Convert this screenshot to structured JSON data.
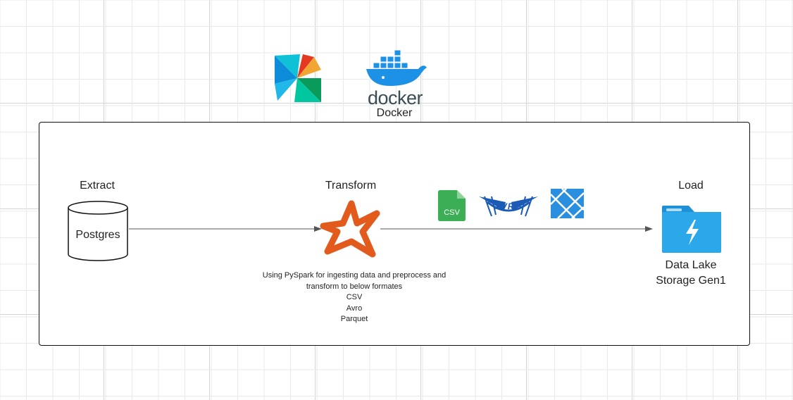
{
  "top": {
    "docker_wordmark": "docker",
    "docker_label": "Docker"
  },
  "extract": {
    "heading": "Extract",
    "db_label": "Postgres"
  },
  "transform": {
    "heading": "Transform",
    "note_lines": [
      "Using PySpark for ingesting data and preprocess and",
      "transform to below formates",
      "CSV",
      "Avro",
      "Parquet"
    ]
  },
  "formats": {
    "csv_text": "CSV",
    "avro_text": "AVRO"
  },
  "load": {
    "heading": "Load",
    "target_line1": "Data Lake",
    "target_line2": "Storage Gen1"
  },
  "colors": {
    "spark": "#e25a1c",
    "csv_green": "#3cae55",
    "avro_blue": "#1c5bb5",
    "parquet_blue": "#2b8fe0",
    "docker_blue": "#1d91e6",
    "azure_blue": "#1f8fd8"
  },
  "icons": [
    "airflow-icon",
    "docker-icon",
    "postgres-cylinder-icon",
    "spark-icon",
    "csv-file-icon",
    "avro-icon",
    "parquet-icon",
    "azure-data-lake-icon"
  ]
}
